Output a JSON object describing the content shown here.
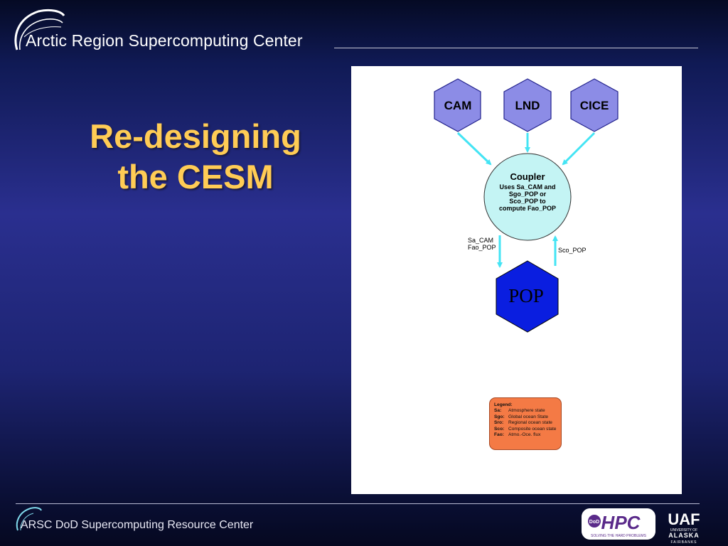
{
  "header": {
    "org_title": "Arctic Region Supercomputing Center"
  },
  "slide": {
    "title_line1": "Re-designing",
    "title_line2": "the CESM"
  },
  "diagram": {
    "components": {
      "cam": "CAM",
      "lnd": "LND",
      "cice": "CICE",
      "pop": "POP"
    },
    "coupler": {
      "title": "Coupler",
      "desc_line1": "Uses Sa_CAM and",
      "desc_line2": "Sgo_POP or",
      "desc_line3": "Sco_POP to",
      "desc_line4": "compute Fao_POP"
    },
    "arrow_labels": {
      "down_line1": "Sa_CAM",
      "down_line2": "Fao_POP",
      "up": "Sco_POP"
    },
    "legend": {
      "title": "Legend:",
      "items": [
        {
          "key": "Sa:",
          "desc": "Atmosphere state"
        },
        {
          "key": "Sgo:",
          "desc": "Global ocean State"
        },
        {
          "key": "Sro:",
          "desc": "Regional ocean state"
        },
        {
          "key": "Sco:",
          "desc": "Composite ocean state"
        },
        {
          "key": "Fao:",
          "desc": "Atmo.-Oce. flux"
        }
      ]
    },
    "colors": {
      "component_fill": "#8c8ce6",
      "component_stroke": "#23238c",
      "coupler_fill": "#c4f4f4",
      "arrow": "#44e4f4",
      "pop_fill": "#0a1ee0",
      "legend_fill": "#f47a45"
    }
  },
  "footer": {
    "org_text": "ARSC DoD Supercomputing Resource Center",
    "hpc_logo_text": "HPC",
    "hpc_badge_text": "DoD",
    "hpc_tagline": "SOLVING THE HARD PROBLEMS",
    "uaf_logo_text": "UAF",
    "uaf_line1": "UNIVERSITY OF",
    "uaf_line2": "ALASKA",
    "uaf_line3": "FAIRBANKS"
  }
}
